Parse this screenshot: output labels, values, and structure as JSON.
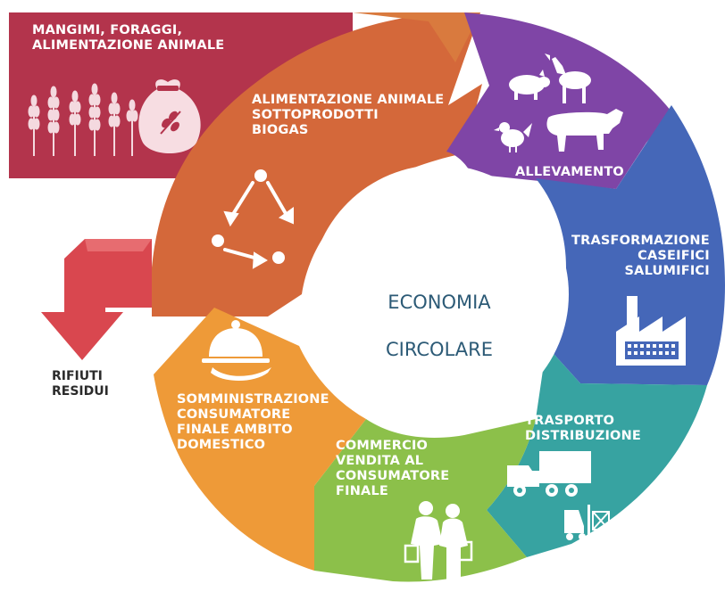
{
  "diagram": {
    "center": {
      "line1": "ECONOMIA",
      "line2": "CIRCOLARE"
    },
    "segments": {
      "feed": {
        "label": "MANGIMI, FORAGGI,\nALIMENTAZIONE ANIMALE",
        "color": "#b3344c"
      },
      "byproducts": {
        "label": "ALIMENTAZIONE ANIMALE\nSOTTOPRODOTTI\nBIOGAS",
        "color": "#d4683a"
      },
      "farming": {
        "label": "ALLEVAMENTO",
        "color": "#7f45a6"
      },
      "processing": {
        "label": "TRASFORMAZIONE\nCASEIFICI\nSALUMIFICI",
        "color": "#4567b8"
      },
      "transport": {
        "label": "TRASPORTO\nDISTRIBUZIONE",
        "color": "#37a3a1"
      },
      "retail": {
        "label": "COMMERCIO\nVENDITA AL\nCONSUMATORE\nFINALE",
        "color": "#8cc04a"
      },
      "consumption": {
        "label": "SOMMINISTRAZIONE\nCONSUMATORE\nFINALE AMBITO\nDOMESTICO",
        "color": "#ee9a38"
      }
    },
    "waste": {
      "label": "RIFIUTI\nRESIDUI",
      "color": "#d9474f"
    }
  },
  "icons": [
    "wheat-icon",
    "seed-sack-icon",
    "recycle-icon",
    "pig-icon",
    "goat-icon",
    "hen-icon",
    "cow-icon",
    "factory-icon",
    "truck-icon",
    "forklift-icon",
    "shoppers-icon",
    "cloche-icon"
  ]
}
